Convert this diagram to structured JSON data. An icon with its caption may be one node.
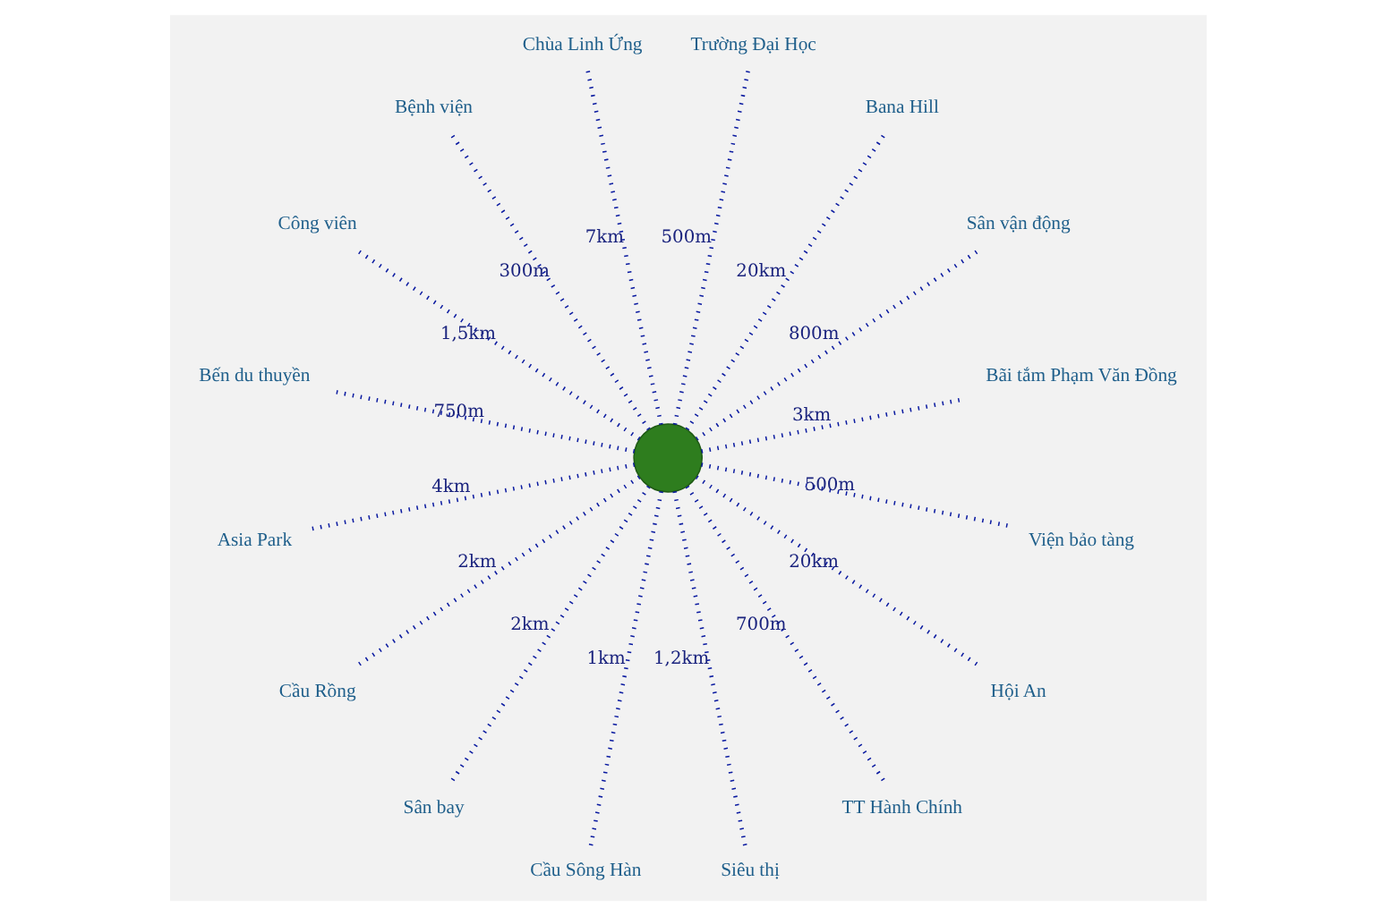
{
  "diagram": {
    "nodes": [
      {
        "text": [],
        "shape": "circle"
      },
      {
        "text": [
          "Bãi tắm Phạm Văn Đồng"
        ]
      },
      {
        "text": [
          "Sân vận động"
        ]
      },
      {
        "text": [
          "Bana Hill"
        ]
      },
      {
        "text": [
          "Trường Đại Học"
        ]
      },
      {
        "text": [
          "Chùa Linh Ứng"
        ]
      },
      {
        "text": [
          "Bệnh viện"
        ]
      },
      {
        "text": [
          "Công viên"
        ]
      },
      {
        "text": [
          "Bến du thuyền"
        ]
      },
      {
        "text": [
          "Asia Park"
        ]
      },
      {
        "text": [
          "Cầu Rồng"
        ]
      },
      {
        "text": [
          "Sân bay"
        ]
      },
      {
        "text": [
          "Cầu Sông Hàn"
        ]
      },
      {
        "text": [
          "Siêu thị"
        ]
      },
      {
        "text": [
          "TT Hành Chính"
        ]
      },
      {
        "text": [
          "Hội An"
        ]
      },
      {
        "text": [
          "Viện bảo tàng"
        ]
      }
    ],
    "edges": [
      {
        "from": 0,
        "to": 1,
        "arrow": "none",
        "label": "3km"
      },
      {
        "from": 0,
        "to": 2,
        "arrow": "none",
        "label": "800m"
      },
      {
        "from": 0,
        "to": 3,
        "arrow": "none",
        "label": "20km"
      },
      {
        "from": 0,
        "to": 4,
        "arrow": "none",
        "label": "500m"
      },
      {
        "from": 0,
        "to": 5,
        "arrow": "none",
        "label": "7km"
      },
      {
        "from": 0,
        "to": 6,
        "arrow": "none",
        "label": "300m"
      },
      {
        "from": 0,
        "to": 7,
        "arrow": "none",
        "label": "1,5km"
      },
      {
        "from": 0,
        "to": 8,
        "arrow": "none",
        "label": "750m"
      },
      {
        "from": 0,
        "to": 9,
        "arrow": "none",
        "label": "4km"
      },
      {
        "from": 0,
        "to": 10,
        "arrow": "none",
        "label": "2km"
      },
      {
        "from": 0,
        "to": 11,
        "arrow": "none",
        "label": "2km"
      },
      {
        "from": 0,
        "to": 12,
        "arrow": "none",
        "label": "1km"
      },
      {
        "from": 0,
        "to": 13,
        "arrow": "none",
        "label": "1,2km"
      },
      {
        "from": 0,
        "to": 14,
        "arrow": "none",
        "label": "700m"
      },
      {
        "from": 0,
        "to": 15,
        "arrow": "none",
        "label": "20km"
      },
      {
        "from": 0,
        "to": 16,
        "arrow": "none",
        "label": "500m"
      }
    ]
  }
}
